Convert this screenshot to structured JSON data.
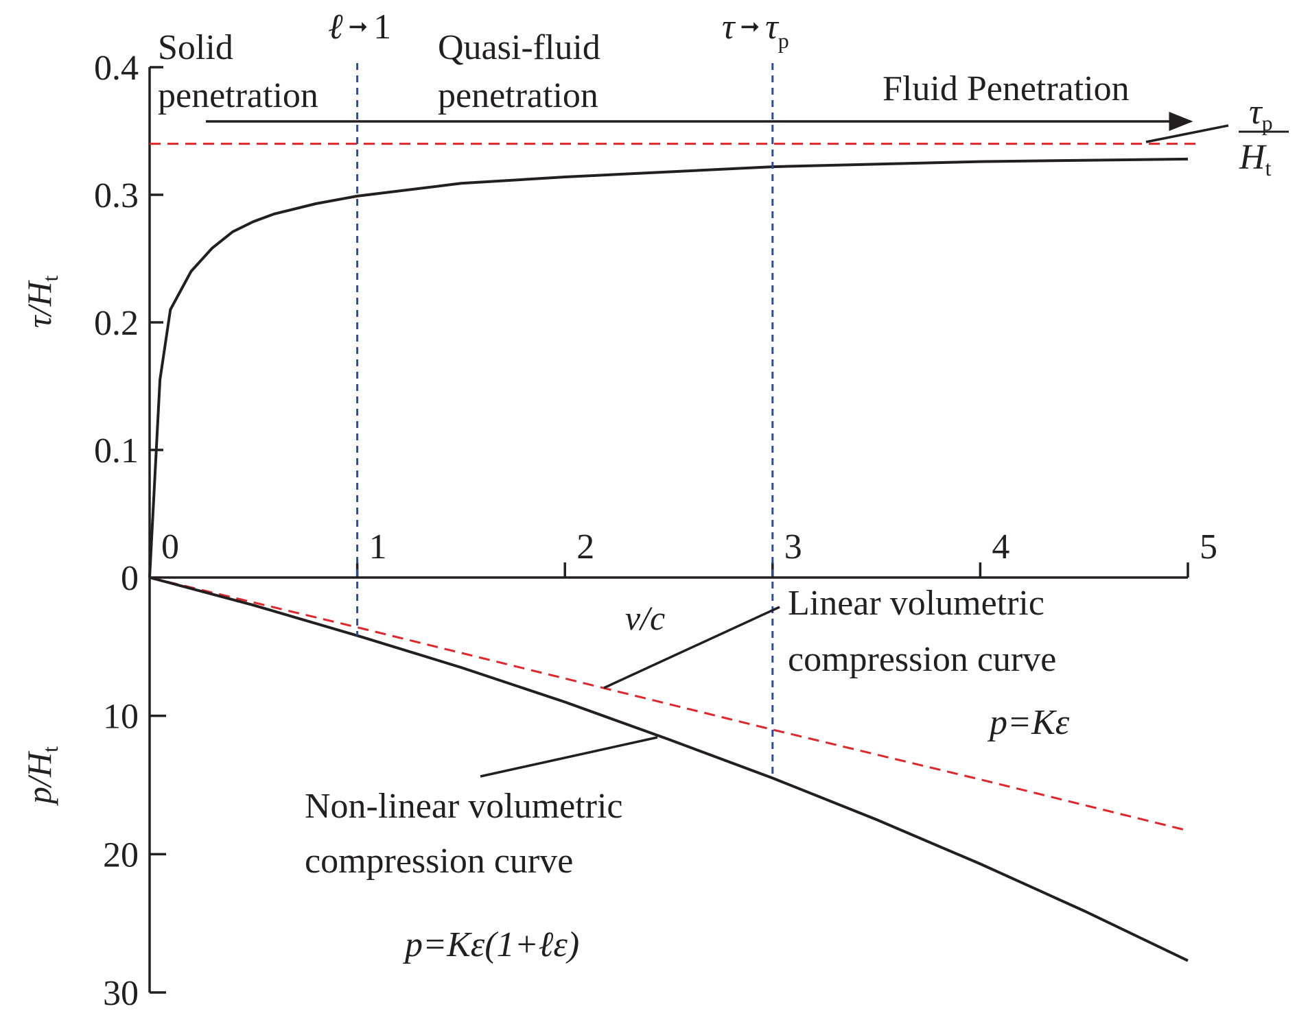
{
  "colors": {
    "text": "#231f20",
    "axis": "#231f20",
    "black_curve": "#231f20",
    "red_dashed": "#e0262b",
    "blue_dashed": "#2b4c9b"
  },
  "chart_data": {
    "type": "line",
    "title": "",
    "xlabel": "v/c",
    "x_ticks": [
      "0",
      "1",
      "2",
      "3",
      "4",
      "5"
    ],
    "xlim": [
      0,
      5
    ],
    "grid": false,
    "upper_panel": {
      "ylabel": {
        "main": "τ/H",
        "sub": "t"
      },
      "ylim": [
        0,
        0.4
      ],
      "y_ticks": [
        "0",
        "0.1",
        "0.2",
        "0.3",
        "0.4"
      ],
      "series": [
        {
          "style": "solid-black",
          "x": [
            0,
            0.05,
            0.1,
            0.2,
            0.3,
            0.4,
            0.5,
            0.6,
            0.8,
            1.0,
            1.5,
            2.0,
            3.0,
            4.0,
            5.0
          ],
          "y": [
            0,
            0.155,
            0.21,
            0.24,
            0.258,
            0.271,
            0.279,
            0.285,
            0.293,
            0.299,
            0.309,
            0.314,
            0.322,
            0.326,
            0.328
          ]
        }
      ],
      "asymptote": {
        "style": "red-dashed",
        "y": 0.34,
        "label": {
          "num_main": "τ",
          "num_sub": "p",
          "den_main": "H",
          "den_sub": "t"
        }
      }
    },
    "lower_panel": {
      "ylabel": {
        "main": "p/H",
        "sub": "t"
      },
      "ylim": [
        0,
        30
      ],
      "y_ticks": [
        "10",
        "20",
        "30"
      ],
      "series": [
        {
          "name": "Linear volumetric compression curve",
          "style": "red-dashed",
          "x": [
            0,
            1,
            2,
            3,
            4,
            5
          ],
          "y": [
            0,
            3.6,
            7.3,
            11.0,
            14.6,
            18.3
          ]
        },
        {
          "name": "Non-linear volumetric compression curve",
          "style": "solid-black",
          "x": [
            0,
            0.5,
            1,
            1.5,
            2,
            2.5,
            3,
            3.5,
            4,
            4.5,
            5
          ],
          "y": [
            0,
            2.0,
            4.2,
            6.5,
            9.0,
            11.7,
            14.5,
            17.5,
            20.7,
            24.1,
            27.7
          ]
        }
      ]
    },
    "vertical_markers": [
      {
        "x": 1.0,
        "style": "blue-dashed",
        "label": {
          "sym": "ℓ",
          "arrow": "➞",
          "rhs": "1",
          "rhs_sub": ""
        }
      },
      {
        "x": 3.0,
        "style": "blue-dashed",
        "label": {
          "sym": "τ",
          "arrow": "➞",
          "rhs": "τ",
          "rhs_sub": "p"
        }
      }
    ],
    "annotations": {
      "regime_solid": [
        "Solid",
        "penetration"
      ],
      "regime_quasi": [
        "Quasi-fluid",
        "penetration"
      ],
      "regime_fluid": "Fluid Penetration",
      "linear_curve_label": [
        "Linear volumetric",
        "compression curve"
      ],
      "linear_formula": "p=Kε",
      "nonlinear_curve_label": [
        "Non-linear volumetric",
        "compression curve"
      ],
      "nonlinear_formula": "p=Kε(1+ℓε)"
    }
  }
}
